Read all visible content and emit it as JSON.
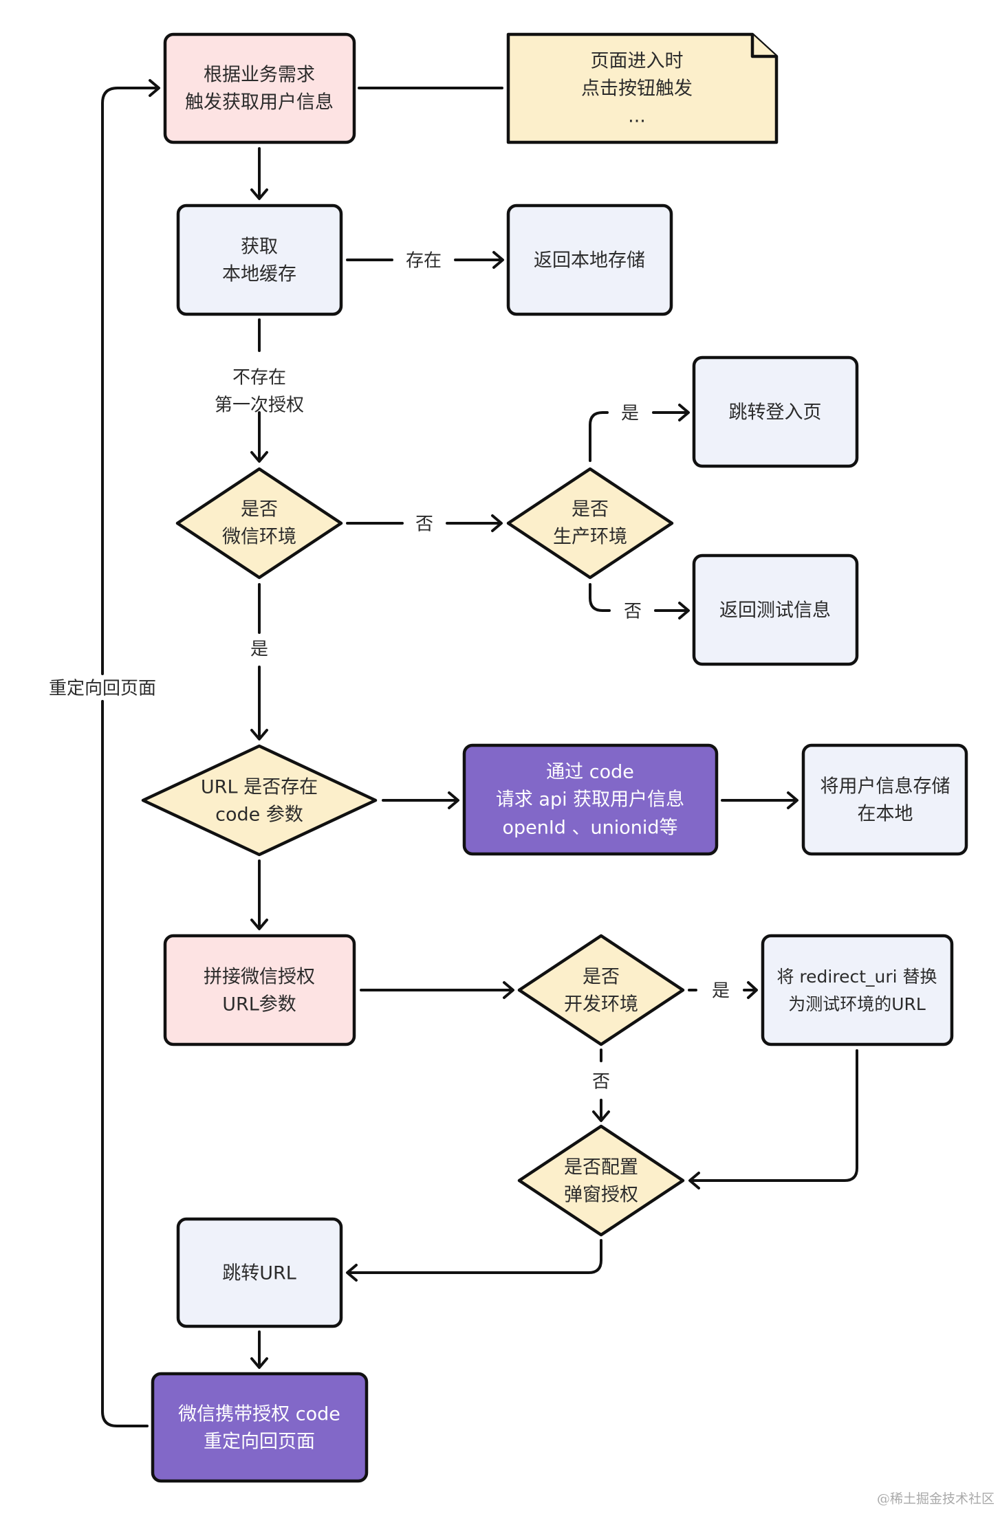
{
  "colors": {
    "pink": "#fde3e3",
    "blue_gray": "#eff2fa",
    "yellow": "#fcefcb",
    "purple": "#8268c8",
    "stroke": "#111111",
    "text": "#2b2b2b",
    "text_light": "#ffffff"
  },
  "nodes": {
    "trigger": {
      "lines": [
        "根据业务需求",
        "触发获取用户信息"
      ]
    },
    "note": {
      "lines": [
        "页面进入时",
        "点击按钮触发",
        "..."
      ]
    },
    "get_cache": {
      "lines": [
        "获取",
        "本地缓存"
      ]
    },
    "return_cache": {
      "lines": [
        "返回本地存储"
      ]
    },
    "is_wechat": {
      "lines": [
        "是否",
        "微信环境"
      ]
    },
    "is_prod": {
      "lines": [
        "是否",
        "生产环境"
      ]
    },
    "goto_login": {
      "lines": [
        "跳转登入页"
      ]
    },
    "return_test": {
      "lines": [
        "返回测试信息"
      ]
    },
    "has_code": {
      "lines": [
        "URL 是否存在",
        "code 参数"
      ]
    },
    "fetch_user": {
      "lines": [
        "通过 code",
        "请求 api 获取用户信息",
        "openId 、unionid等"
      ]
    },
    "store_user": {
      "lines": [
        "将用户信息存储",
        "在本地"
      ]
    },
    "build_url": {
      "lines": [
        "拼接微信授权",
        "URL参数"
      ]
    },
    "is_dev": {
      "lines": [
        "是否",
        "开发环境"
      ]
    },
    "replace_uri": {
      "lines": [
        "将 redirect_uri 替换",
        "为测试环境的URL"
      ]
    },
    "popup_auth": {
      "lines": [
        "是否配置",
        "弹窗授权"
      ]
    },
    "goto_url": {
      "lines": [
        "跳转URL"
      ]
    },
    "redirect_back": {
      "lines": [
        "微信携带授权 code",
        "重定向回页面"
      ]
    }
  },
  "edge_labels": {
    "cache_exists": "存在",
    "cache_missing": [
      "不存在",
      "第一次授权"
    ],
    "wechat_no": "否",
    "wechat_yes": "是",
    "prod_yes": "是",
    "prod_no": "否",
    "dev_yes": "是",
    "dev_no": "否",
    "loop_back": "重定向回页面"
  },
  "watermark": "@稀土掘金技术社区"
}
